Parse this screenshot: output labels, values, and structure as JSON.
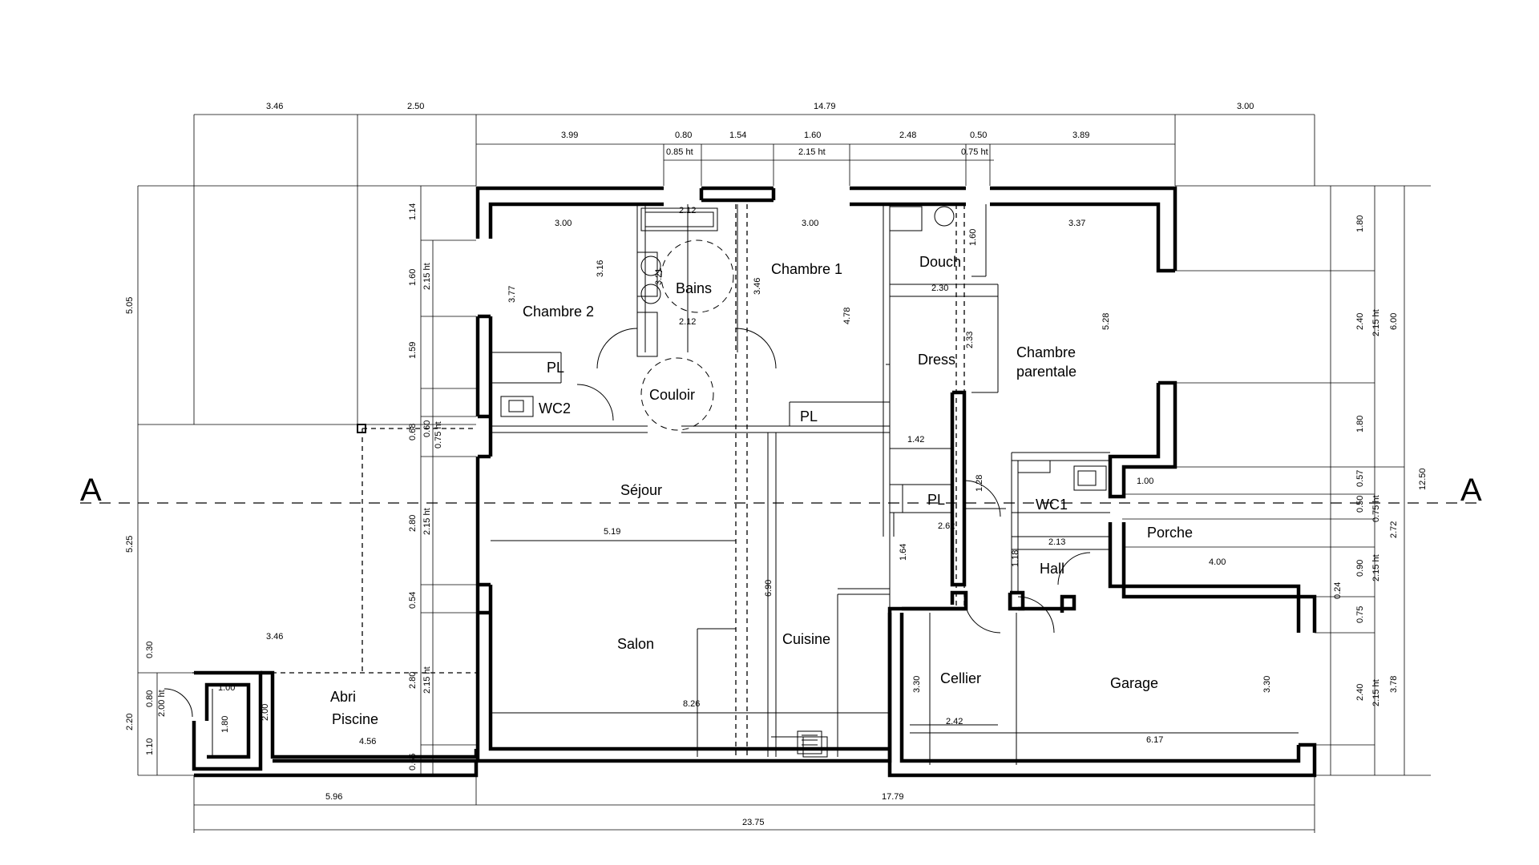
{
  "rooms": {
    "chambre2": "Chambre 2",
    "bains": "Bains",
    "chambre1": "Chambre 1",
    "douche": "Douch",
    "dress": "Dress",
    "parentale_1": "Chambre",
    "parentale_2": "parentale",
    "couloir": "Couloir",
    "wc2": "WC2",
    "pl": "PL",
    "sejour": "Séjour",
    "salon": "Salon",
    "cuisine": "Cuisine",
    "wc1": "WC1",
    "porche": "Porche",
    "hall": "Hall",
    "cellier": "Cellier",
    "garage": "Garage",
    "abri_1": "Abri",
    "abri_2": "Piscine"
  },
  "section_marker": "A",
  "dimensions": {
    "top_346": "3.46",
    "top_250": "2.50",
    "top_1479": "14.79",
    "top_300": "3.00",
    "t_399": "3.99",
    "t_080": "0.80",
    "t_154": "1.54",
    "t_160": "1.60",
    "t_248": "2.48",
    "t_050": "0.50",
    "t_389": "3.89",
    "ht_085": "0.85 ht",
    "ht_215": "2.15 ht",
    "ht_075": "0.75 ht",
    "left_505": "5.05",
    "left_525": "5.25",
    "left_030": "0.30",
    "left_220": "2.20",
    "left_110": "1.10",
    "left_080": "0.80",
    "door_200ht": "2.00 ht",
    "l_114": "1.14",
    "l_160": "1.60",
    "l_159": "1.59",
    "l_068": "0.68",
    "l_060": "0.60",
    "l_280": "2.80",
    "l_054": "0.54",
    "l_066": "0.66",
    "r_180a": "1.80",
    "r_240a": "2.40",
    "r_600": "6.00",
    "r_180b": "1.80",
    "r_1250": "12.50",
    "r_057": "0.57",
    "r_050": "0.50",
    "r_272": "2.72",
    "r_090": "0.90",
    "r_024": "0.24",
    "r_075": "0.75",
    "r_240b": "2.40",
    "r_378": "3.78",
    "bot_596": "5.96",
    "bot_1779": "17.79",
    "bot_2375": "23.75",
    "i_300a": "3.00",
    "i_212a": "2.12",
    "i_300b": "3.00",
    "i_337": "3.37",
    "i_377": "3.77",
    "i_316": "3.16",
    "i_321": "3.21",
    "i_212b": "2.12",
    "i_346": "3.46",
    "i_478": "4.78",
    "i_160": "1.60",
    "i_230": "2.30",
    "i_233": "2.33",
    "i_528": "5.28",
    "i_142": "1.42",
    "i_128": "1.28",
    "i_100a": "1.00",
    "i_262": "2.62",
    "i_213": "2.13",
    "i_164": "1.64",
    "i_118": "1.18",
    "i_400": "4.00",
    "i_519": "5.19",
    "i_690": "6.90",
    "i_826": "8.26",
    "i_346b": "3.46",
    "i_100b": "1.00",
    "i_180": "1.80",
    "i_200": "2.00",
    "i_456": "4.56",
    "i_330a": "3.30",
    "i_242": "2.42",
    "i_330b": "3.30",
    "i_617": "6.17"
  }
}
